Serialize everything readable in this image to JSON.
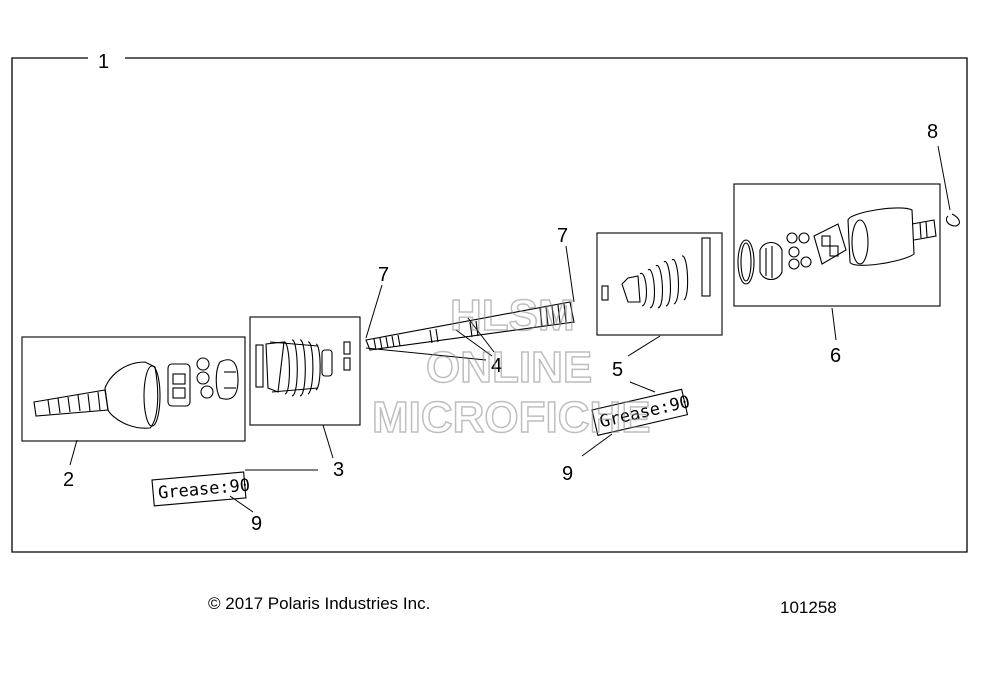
{
  "callouts": {
    "c1": "1",
    "c2": "2",
    "c3": "3",
    "c4": "4",
    "c5": "5",
    "c6": "6",
    "c7a": "7",
    "c7b": "7",
    "c8": "8",
    "c9a": "9",
    "c9b": "9"
  },
  "grease_labels": {
    "left": "Grease:90",
    "right": "Grease:90"
  },
  "watermark": {
    "line1": "HLSM",
    "line2": "ONLINE",
    "line3": "MICROFICHE"
  },
  "footer": {
    "copyright": "© 2017 Polaris Industries Inc.",
    "diagram_number": "101258"
  },
  "colors": {
    "line": "#000000",
    "watermark": "#8a8a8a",
    "background": "#ffffff"
  }
}
